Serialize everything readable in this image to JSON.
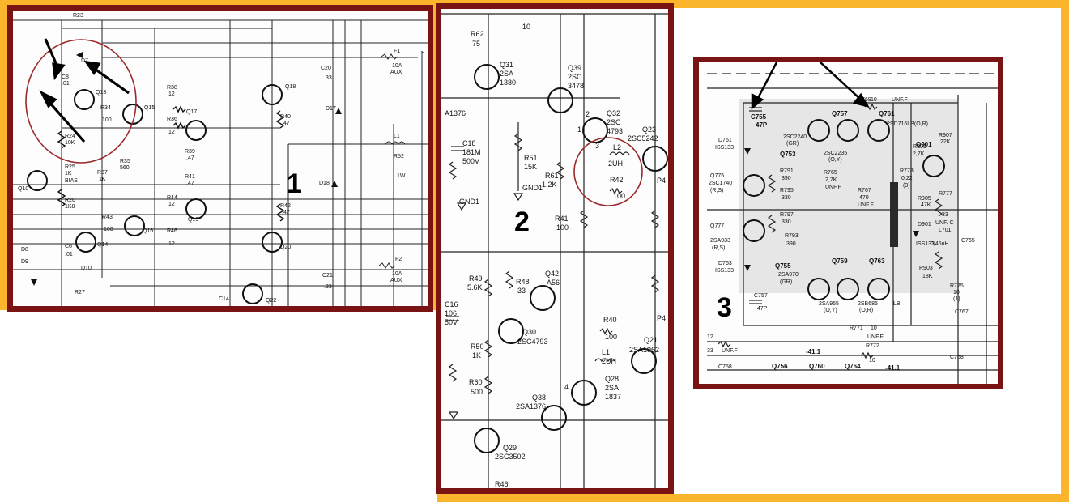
{
  "colors": {
    "background": "#fbb52c",
    "frame": "#7a1414",
    "highlight_circle": "#9a2a2a",
    "ink": "#111111"
  },
  "panels": [
    {
      "number": "1",
      "labels": {
        "d7": "D7",
        "c8": "C8",
        "c8v": ".01",
        "q13": "Q13",
        "r34": "R34",
        "r34v": "100",
        "q15": "Q15",
        "r24": "R24",
        "r24v": "10K",
        "r25": "R25",
        "r25v": "1K",
        "bias": "BIAS",
        "r26": "R26",
        "r26v": "1K8",
        "q10": "Q10",
        "r37": "R37",
        "r37v": "1K",
        "r38": "R38",
        "r38v": "12",
        "r36": "R36",
        "r36v": "12",
        "q17": "Q17",
        "r35": "R35",
        "r35v": "560",
        "r39": "R39",
        "r39v": ".47",
        "r41": "R41",
        "r41v": ".47",
        "q18": "Q18",
        "r40": "R40",
        "r40v": ".47",
        "r44": "R44",
        "r44v": "12",
        "q19": "Q19",
        "r46": "R46",
        "r46v": "12",
        "r43": "R43",
        "r43v": "100",
        "q16": "Q16",
        "q14": "Q14",
        "c6": "C6",
        "c6v": ".01",
        "d10": "D10",
        "d8": "D8",
        "d9": "D9",
        "r27": "R27",
        "q20": "Q20",
        "r42": "R42",
        "r42v": ".47",
        "d17": "D17",
        "d18": "D18",
        "c20": "C20",
        "c20v": ".33",
        "c21": "C21",
        "c21v": ".33",
        "f1": "F1",
        "f1a": "10A",
        "f1b": "AUX",
        "f2": "F2",
        "f2a": "10A",
        "f2b": "AUX",
        "l1": "L1",
        "r52": "R52",
        "r52v": "1W",
        "c14": "C14",
        "q22": "Q22",
        "j": "J",
        "r23": "R23"
      }
    },
    {
      "number": "2",
      "labels": {
        "r70v": "10",
        "r62": "R62",
        "r62v": "75",
        "q31": "Q31",
        "q31b": "2SA",
        "q31c": "1380",
        "q39": "Q39",
        "q39b": "2SC",
        "q39c": "3478",
        "a1376": "A1376",
        "c18": "C18",
        "c18b": "181M",
        "c18c": "500V",
        "r51": "R51",
        "r51v": "15K",
        "gnd1a": "GND1",
        "gnd1b": "GND1",
        "q32": "Q32",
        "q32b": "2SC",
        "q32c": "4793",
        "l2": "L2",
        "l2v": "2UH",
        "r42": "R42",
        "r42v": "100",
        "q23": "Q23",
        "q23b": "2SC5242",
        "r61": "R61",
        "r61v": "1.2K",
        "r41": "R41",
        "r41v": "100",
        "p4a": "P4",
        "p4b": "P4",
        "r49": "R49",
        "r49v": "5.6K",
        "r48": "R48",
        "r48v": "33",
        "q42": "Q42",
        "q42b": "A56",
        "c16": "C16",
        "c16b": "106",
        "c16c": "50V",
        "q30": "Q30",
        "q30b": "2SC4793",
        "r50": "R50",
        "r50v": "1K",
        "r60": "R60",
        "r60v": "500",
        "r40": "R40",
        "r40v": "100",
        "l1": "L1",
        "l1v": "2UH",
        "q21": "Q21",
        "q21b": "2SA1962",
        "q28": "Q28",
        "q28b": "2SA",
        "q28c": "1837",
        "q38": "Q38",
        "q38b": "2SA1376",
        "q29": "Q29",
        "q29b": "2SC3502",
        "r46": "R46",
        "n1": "1",
        "n2": "2",
        "n3": "3",
        "n4": "4"
      }
    },
    {
      "number": "3",
      "labels": {
        "c755": "C755",
        "c755v": "47P",
        "q757": "Q757",
        "r769": "R769",
        "r769v": "10",
        "unff": "UNF.F",
        "q761": "Q761",
        "q761b": "2SD716LB(O,R)",
        "d761": "D761",
        "d761v": "ISS133",
        "q2240": "2SC2240",
        "q2240b": "(GR)",
        "q753": "Q753",
        "q2235": "2SC2235",
        "q2235b": "(O,Y)",
        "r901": "R901",
        "r901v": "2,7K",
        "q901": "Q901",
        "r907": "R907",
        "r907v": "22K",
        "q775": "Q775",
        "q775b": "2SC1740",
        "q775c": "(R,S)",
        "r791": "R791",
        "r791v": "390",
        "r795": "R795",
        "r795v": "330",
        "r765": "R765",
        "r765v": "2,7K",
        "r765u": "UNF.F",
        "r767": "R767",
        "r767v": "470",
        "r767u": "UNF.F",
        "r773": "R773",
        "r773v": "0,22",
        "r773n": "(3)",
        "r905": "R905",
        "r905v": "47K",
        "r777": "R777",
        "r777v": "33",
        "unfc": "UNF. C",
        "l701": "L701",
        "l701v": "0,45uH",
        "q777": "Q777",
        "q777b": "2SA933",
        "q777c": "(R,S)",
        "r797": "R797",
        "r797v": "330",
        "r793": "R793",
        "r793v": "390",
        "d901": "D901",
        "d901v": "ISS133",
        "d763": "D763",
        "d763v": "ISS133",
        "q755": "Q755",
        "q755b": "2SA970",
        "q755c": "(GR)",
        "q759": "Q759",
        "q763": "Q763",
        "r903": "R903",
        "r903v": "18K",
        "c765": "C765",
        "r775": "R775",
        "r775v": "10",
        "r775n": "(1)",
        "c757": "C757",
        "c757v": "47P",
        "q965": "2SA965",
        "q965b": "(O,Y)",
        "q686": "2SB686",
        "q686b": "(O,R)",
        "lb": "LB",
        "c767": "C767",
        "r771": "R771",
        "r771v": "10",
        "unff2": "UNF.F",
        "unff3": "UNF.F",
        "c758": "C758",
        "v41a": "-41.1",
        "v41b": "-41.1",
        "r772": "R772",
        "r772v": "10",
        "c768": "C768",
        "q756": "Q756",
        "q760": "Q760",
        "q764": "Q764",
        "n33": "33",
        "r12": "12"
      }
    }
  ]
}
